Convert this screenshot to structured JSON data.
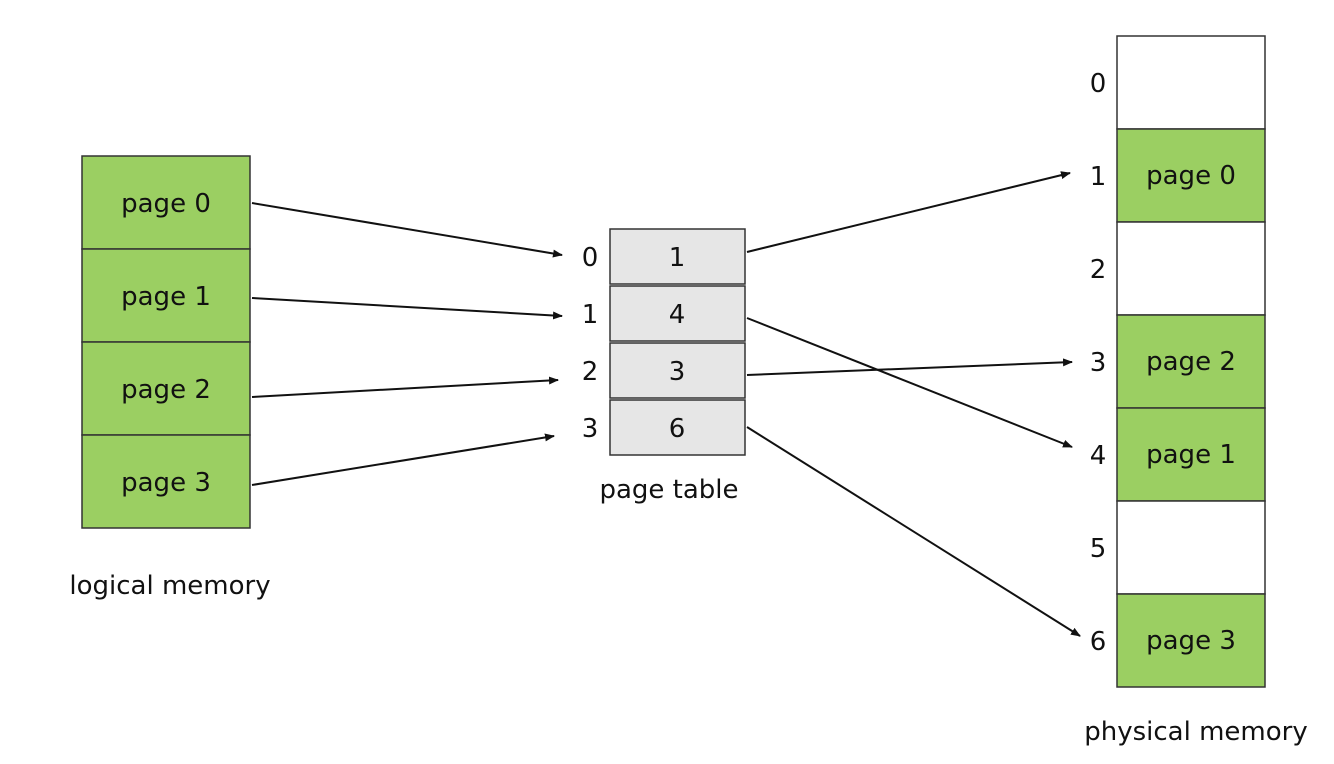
{
  "logical_memory": {
    "caption": "logical memory",
    "pages": [
      "page 0",
      "page 1",
      "page 2",
      "page 3"
    ]
  },
  "page_table": {
    "caption": "page table",
    "indices": [
      "0",
      "1",
      "2",
      "3"
    ],
    "frames": [
      "1",
      "4",
      "3",
      "6"
    ]
  },
  "physical_memory": {
    "caption": "physical memory",
    "frame_numbers": [
      "0",
      "1",
      "2",
      "3",
      "4",
      "5",
      "6"
    ],
    "contents": [
      "",
      "page 0",
      "",
      "page 2",
      "page 1",
      "",
      "page 3"
    ]
  },
  "colors": {
    "page_fill": "#9bcf62",
    "table_fill": "#e6e6e6",
    "empty_fill": "#ffffff",
    "stroke": "#333333"
  }
}
